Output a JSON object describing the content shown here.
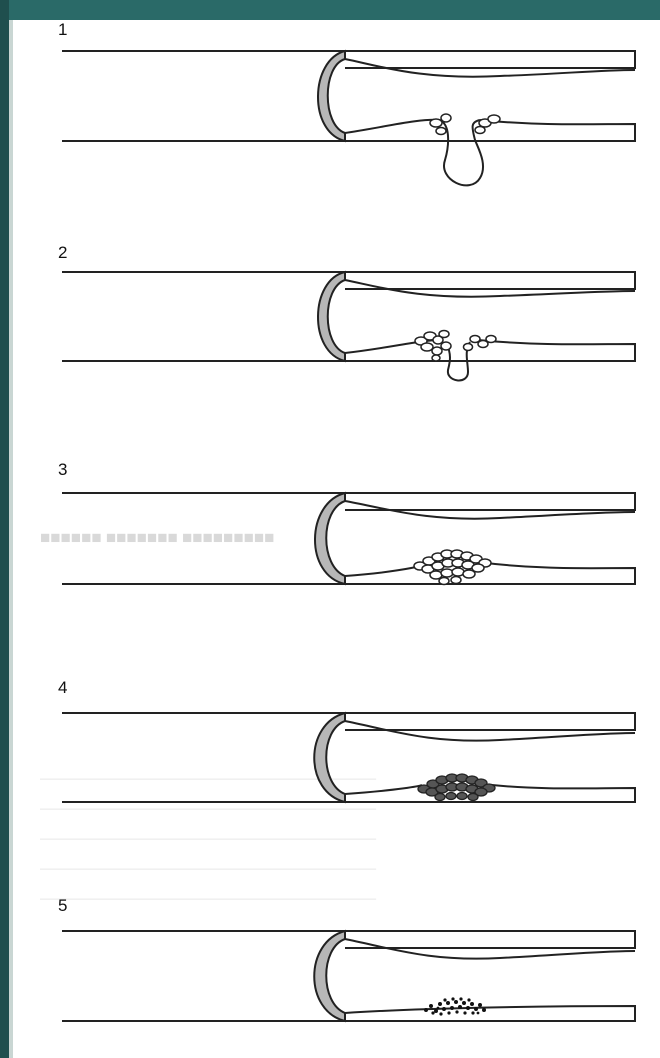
{
  "colors": {
    "frame": "#2a6a68",
    "vessel_line": "#222222",
    "muscle_wall": "#b7b7b7",
    "platelet_light": "#ffffff",
    "platelet_dark": "#555555",
    "fibrin_dots": "#111111"
  },
  "stages": [
    {
      "number": "1",
      "state": "vessel rupture, blood escaping"
    },
    {
      "number": "2",
      "state": "platelets begin adhering at wound"
    },
    {
      "number": "3",
      "state": "loose platelet plug"
    },
    {
      "number": "4",
      "state": "consolidated dark platelet plug"
    },
    {
      "number": "5",
      "state": "fibrin clot, vessel sealed"
    }
  ]
}
